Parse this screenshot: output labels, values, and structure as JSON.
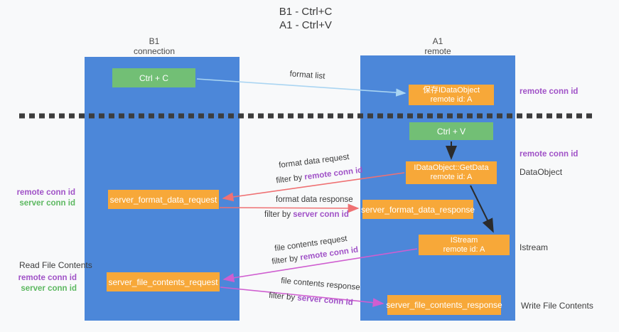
{
  "title": {
    "line1": "B1 - Ctrl+C",
    "line2": "A1 - Ctrl+V"
  },
  "columns": {
    "left": {
      "name": "B1",
      "role": "connection"
    },
    "right": {
      "name": "A1",
      "role": "remote"
    }
  },
  "boxes": {
    "ctrl_c": "Ctrl + C",
    "save_idataobject": {
      "line1": "保存IDataObject",
      "line2": "remote id: A"
    },
    "ctrl_v": "Ctrl + V",
    "getdata": {
      "line1": "IDataObject::GetData",
      "line2": "remote id: A"
    },
    "format_request": "server_format_data_request",
    "format_response": "server_format_data_response",
    "istream": {
      "line1": "IStream",
      "line2": "remote id: A"
    },
    "file_request": "server_file_contents_request",
    "file_response": "server_file_contents_response"
  },
  "annotations": {
    "format_list": "format list",
    "format_data_request": "format data request",
    "format_data_response": "format data response",
    "file_contents_request": "file contents request",
    "file_contents_response": "file contents response",
    "filter_by": "filter by ",
    "remote_conn_id": "remote conn id",
    "server_conn_id": "server conn id"
  },
  "side_labels": {
    "left": {
      "remote_conn_id": "remote conn id",
      "server_conn_id": "server conn id",
      "read_file_contents": "Read File Contents"
    },
    "right": {
      "remote_conn_id_top": "remote conn id",
      "remote_conn_id_mid": "remote conn id",
      "dataobject": "DataObject",
      "istream": "Istream",
      "write_file_contents": "Write File Contents"
    }
  },
  "colors": {
    "background": "#f8f9fa",
    "lifeline_blue": "#4c87d9",
    "box_green": "#72bf75",
    "box_orange": "#f7a839",
    "arrow_light_blue": "#aad5f2",
    "arrow_red": "#ef7173",
    "arrow_magenta": "#cf5ed0",
    "arrow_black": "#2b2b2b",
    "text_purple": "#a052c7",
    "text_green": "#5cb860",
    "dashed_divider": "#3d3d3d"
  }
}
